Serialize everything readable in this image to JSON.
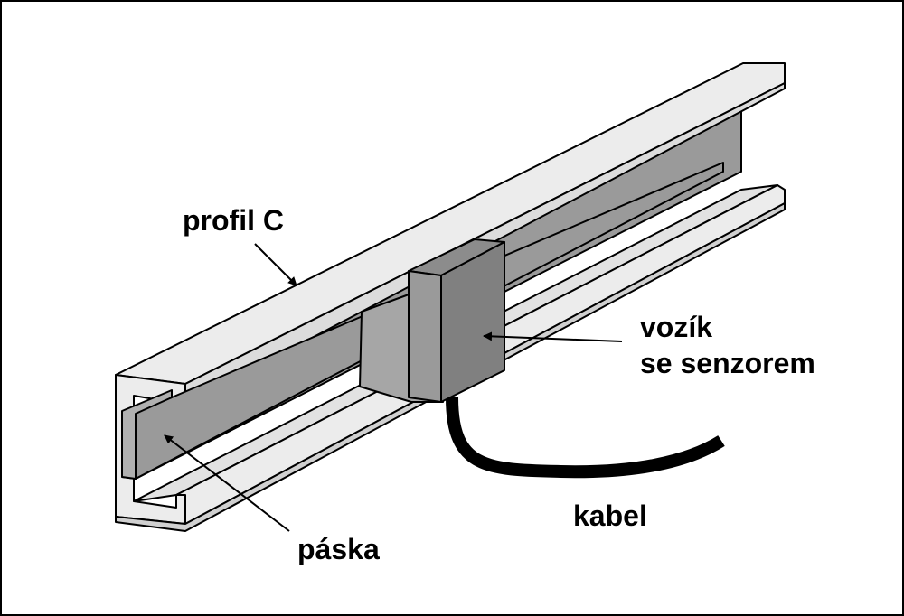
{
  "labels": {
    "profile": "profil C",
    "carriage_line1": "vozík",
    "carriage_line2": "se senzorem",
    "cable": "kabel",
    "tape": "páska"
  },
  "colors": {
    "profile_face": "#ececec",
    "tape": "#9a9a9a",
    "carriage_front": "#808080",
    "carriage_side": "#a6a6a6",
    "carriage_top": "#8c8c8c",
    "cable": "#000000",
    "outline": "#000000"
  }
}
